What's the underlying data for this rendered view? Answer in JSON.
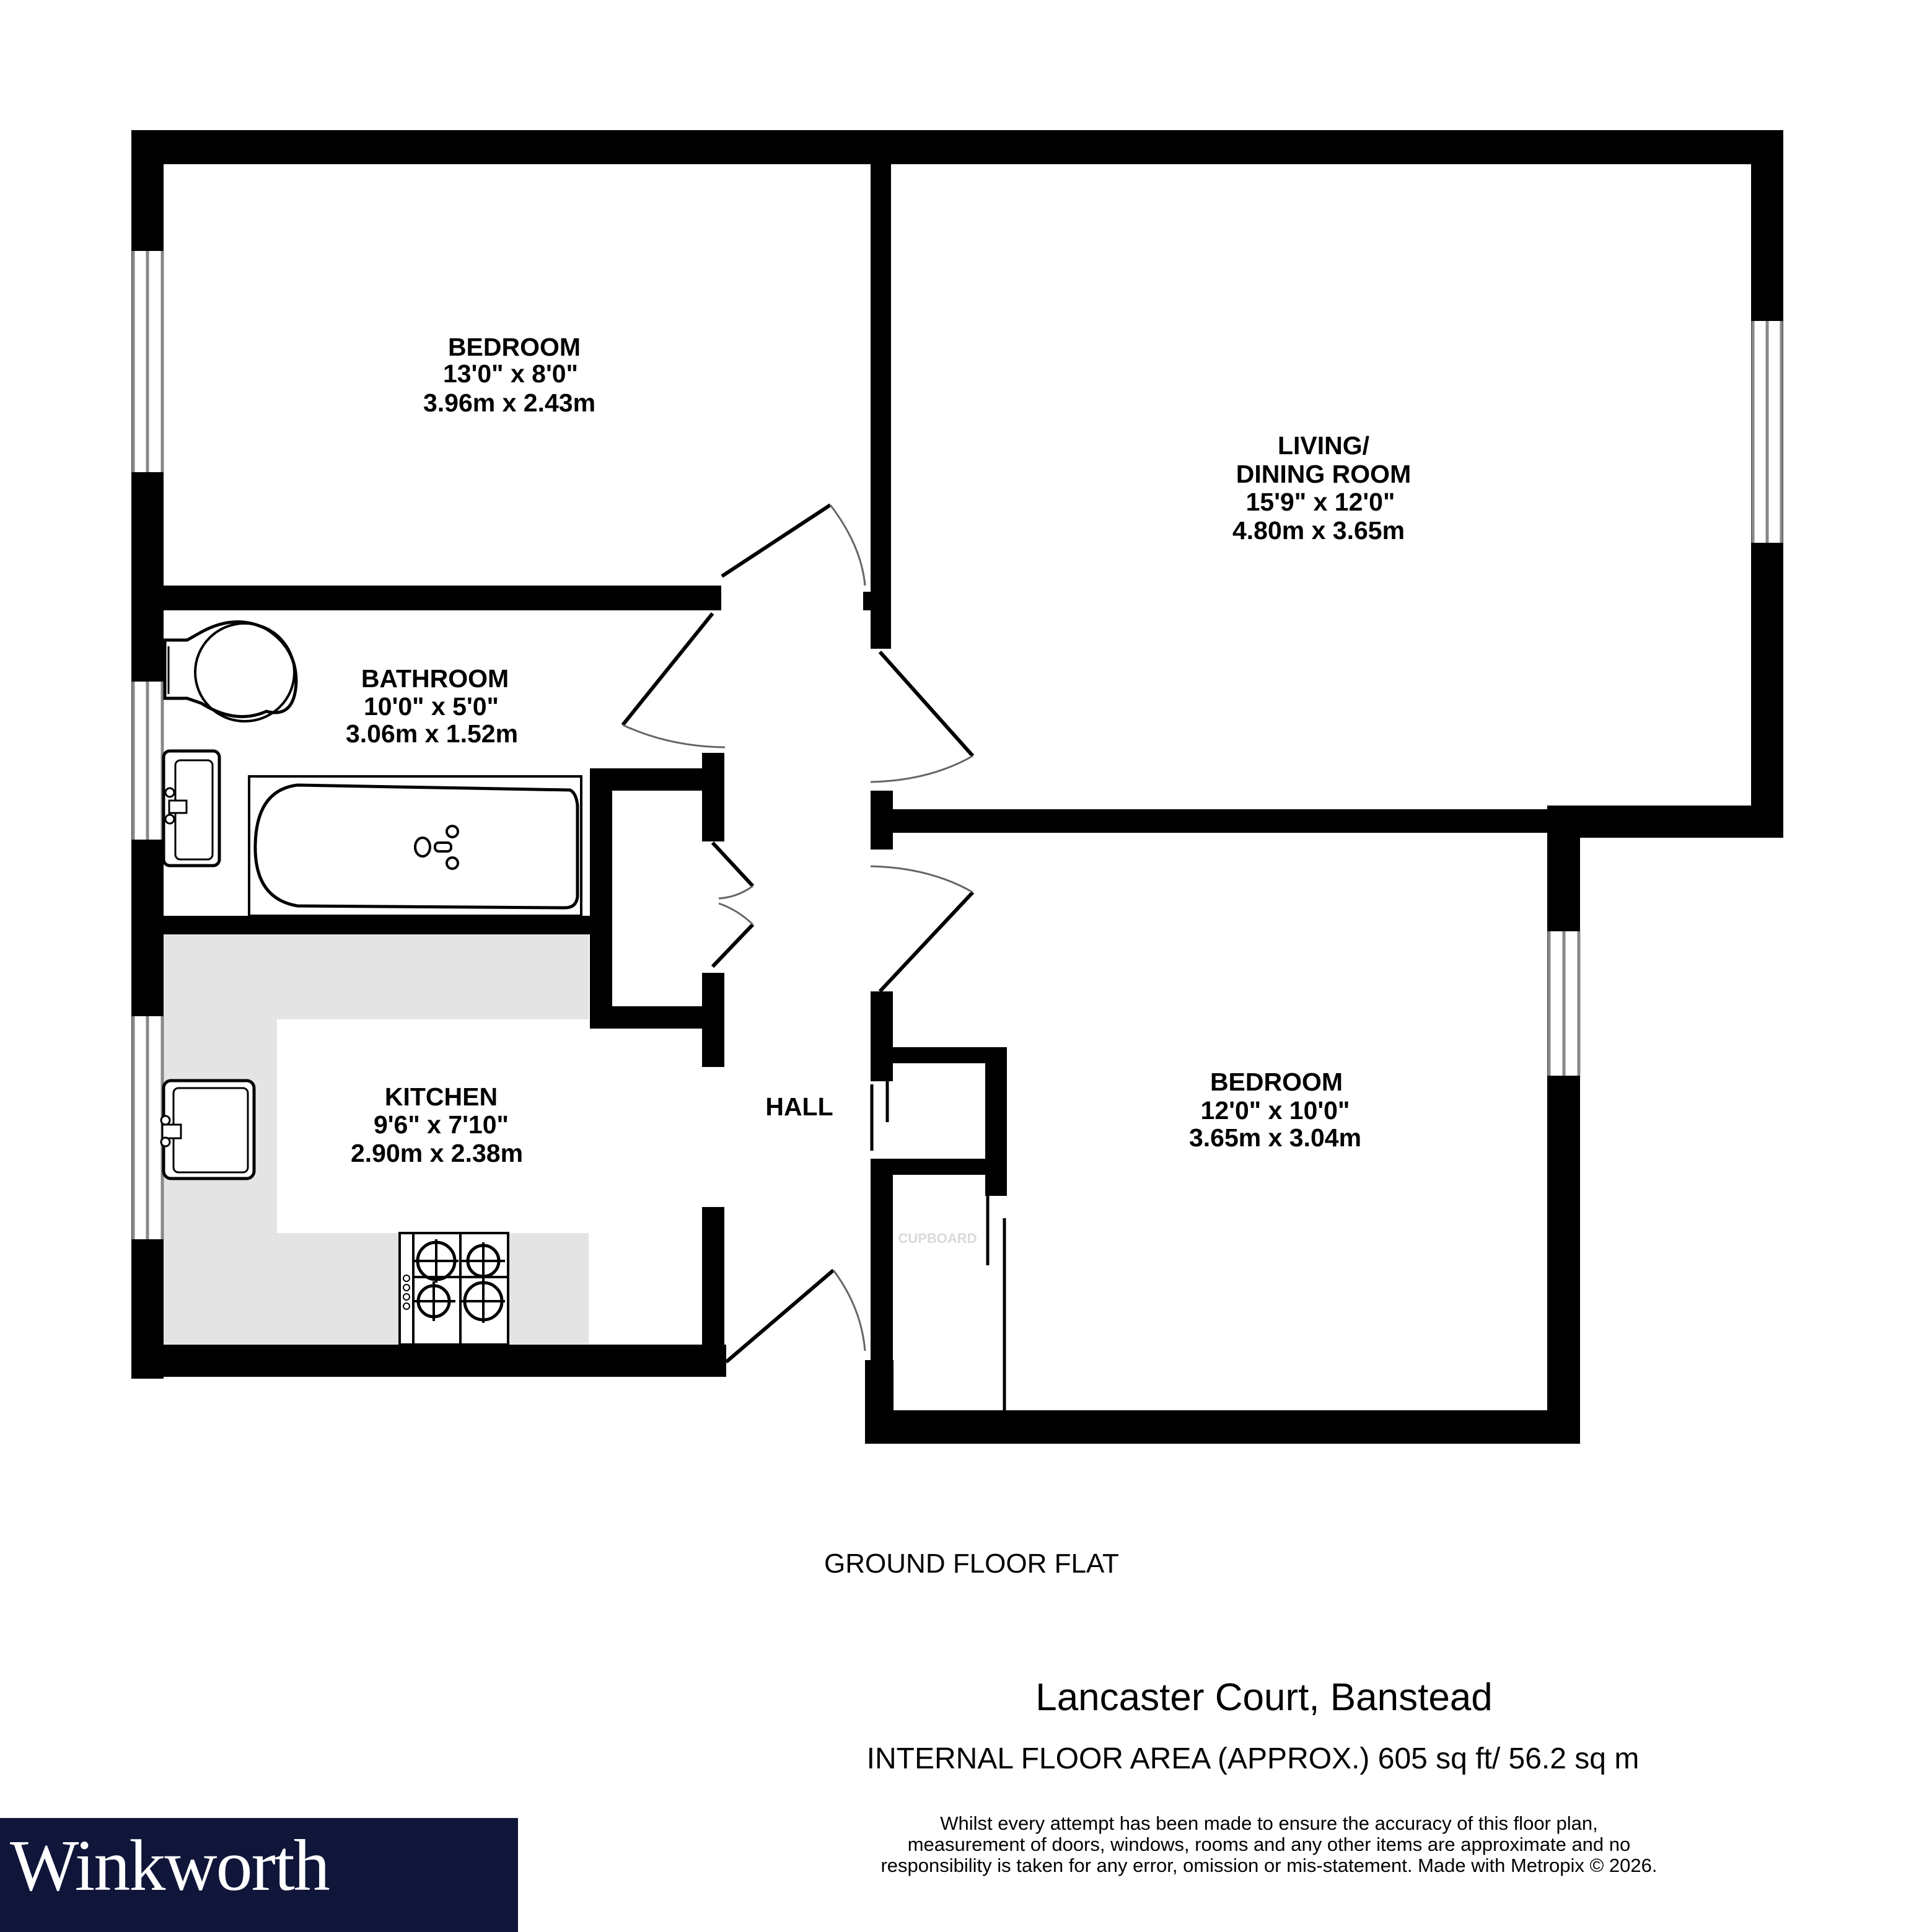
{
  "colors": {
    "wall": "#000000",
    "window_frame": "#888888",
    "kitchen_worktop": "#e4e4e4",
    "brand_bg": "#10163a",
    "brand_text": "#ffffff"
  },
  "rooms": [
    {
      "id": "bedroom-1",
      "name": "BEDROOM",
      "imperial": "13'0\"  x 8'0\"",
      "metric": "3.96m  x 2.43m"
    },
    {
      "id": "living-dining",
      "name_line1": "LIVING/",
      "name_line2": "DINING ROOM",
      "imperial": "15'9\"  x 12'0\"",
      "metric": "4.80m  x 3.65m"
    },
    {
      "id": "bathroom",
      "name": "BATHROOM",
      "imperial": "10'0\"  x 5'0\"",
      "metric": "3.06m  x 1.52m"
    },
    {
      "id": "kitchen",
      "name": "KITCHEN",
      "imperial": "9'6\"  x 7'10\"",
      "metric": "2.90m  x 2.38m"
    },
    {
      "id": "hall",
      "name": "HALL"
    },
    {
      "id": "bedroom-2",
      "name": "BEDROOM",
      "imperial": "12'0\"  x 10'0\"",
      "metric": "3.65m  x 3.04m"
    },
    {
      "id": "cupboard",
      "name": "CUPBOARD"
    }
  ],
  "fixtures": [
    "toilet-icon",
    "bathroom-basin-icon",
    "bathtub-icon",
    "kitchen-sink-icon",
    "hob-icon"
  ],
  "floor_label": "GROUND FLOOR FLAT",
  "address": "Lancaster Court, Banstead",
  "area": "INTERNAL FLOOR AREA (APPROX.) 605 sq ft/ 56.2 sq m",
  "disclaimer": [
    "Whilst every attempt has been made to ensure the accuracy of this floor plan,",
    "measurement of doors, windows, rooms and any other items are approximate and no",
    "responsibility is taken for any error, omission or mis-statement. Made with Metropix © 2026."
  ],
  "brand": {
    "name": "Winkworth"
  }
}
